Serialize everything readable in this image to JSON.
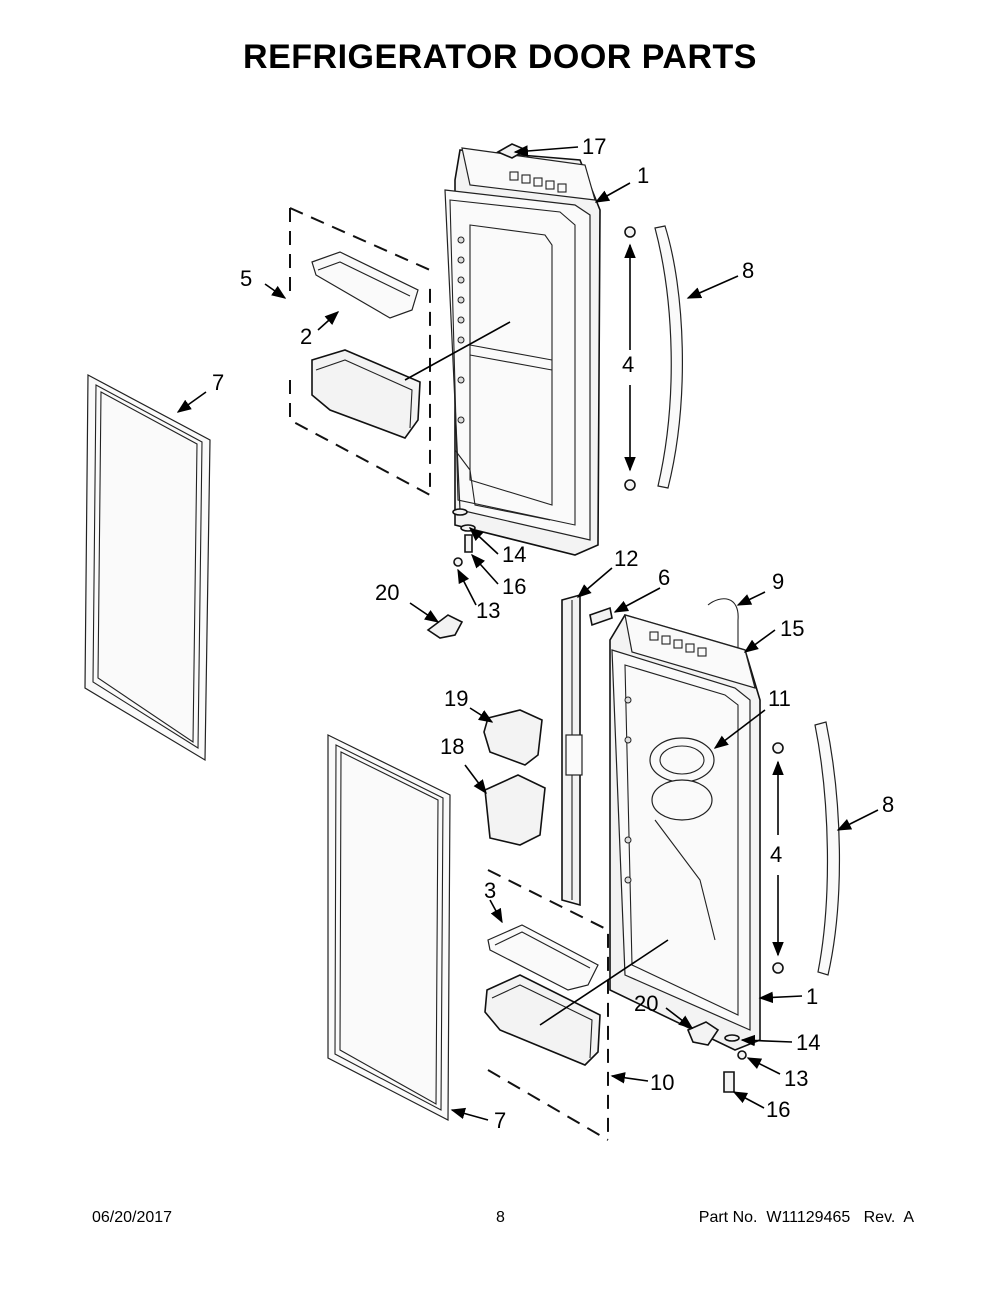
{
  "title": "REFRIGERATOR DOOR PARTS",
  "callouts": {
    "c17": "17",
    "c1_top": "1",
    "c5": "5",
    "c2": "2",
    "c8_top": "8",
    "c4_top": "4",
    "c7_left": "7",
    "c14_top": "14",
    "c16_top": "16",
    "c13_top": "13",
    "c12": "12",
    "c6": "6",
    "c9": "9",
    "c15": "15",
    "c20_top": "20",
    "c19": "19",
    "c11": "11",
    "c18": "18",
    "c8_bot": "8",
    "c4_bot": "4",
    "c3": "3",
    "c1_bot": "1",
    "c20_bot": "20",
    "c14_bot": "14",
    "c13_bot": "13",
    "c10": "10",
    "c16_bot": "16",
    "c7_bot": "7"
  },
  "footer": {
    "date": "06/20/2017",
    "page": "8",
    "part": "Part No.  W11129465   Rev.  A"
  }
}
